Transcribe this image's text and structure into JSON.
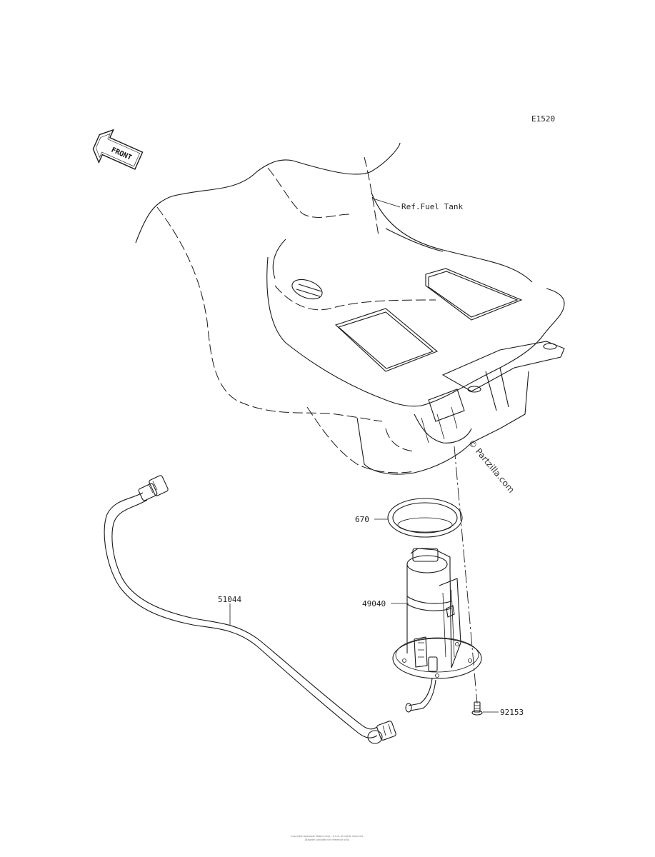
{
  "diagram": {
    "code": "E1520",
    "front_label": "FRONT"
  },
  "parts": {
    "ref_fuel_tank": {
      "label": "Ref.Fuel Tank"
    },
    "o_ring": {
      "number": "670"
    },
    "fuel_pump": {
      "number": "49040"
    },
    "bolt": {
      "number": "92153"
    },
    "fuel_hose": {
      "number": "51044"
    }
  },
  "watermark": {
    "text": "© Partzilla.com"
  },
  "footer": {
    "line1": "Copyright Kawasaki Motors Corp., U.S.A. All rights reserved.",
    "line2": "Diagram provided for reference only."
  }
}
